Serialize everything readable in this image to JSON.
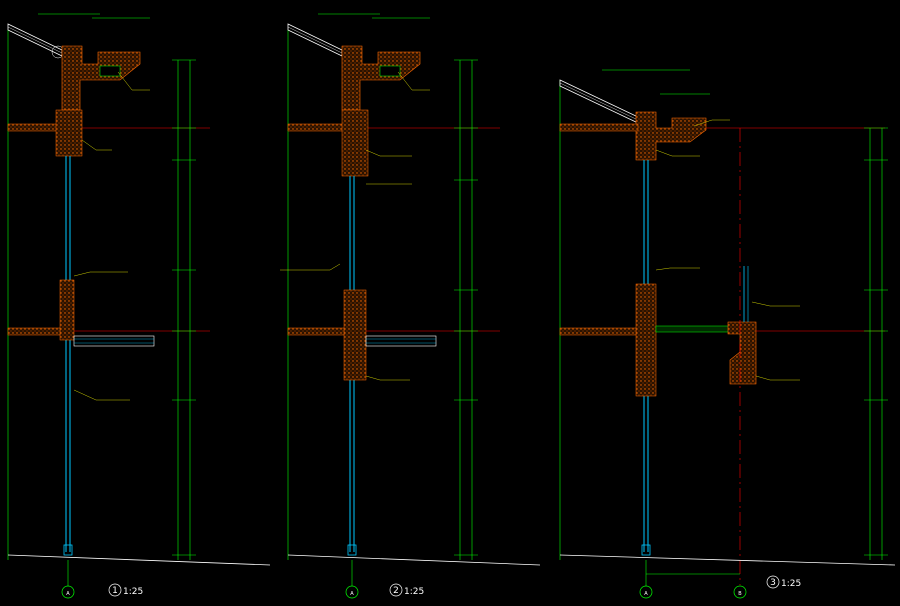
{
  "drawing": {
    "details": [
      {
        "number": "1",
        "scale": "1:25",
        "axis": "A"
      },
      {
        "number": "2",
        "scale": "1:25",
        "axis": "A"
      },
      {
        "number": "3",
        "scale": "1:25",
        "axis": "A",
        "axis2": "B"
      }
    ],
    "colors": {
      "background": "#000000",
      "dimension": "#00ff00",
      "level": "#ff0000",
      "concrete": "#ff6a00",
      "glass": "#00c8ff",
      "text": "#ffffff",
      "leader": "#ffff00"
    }
  }
}
